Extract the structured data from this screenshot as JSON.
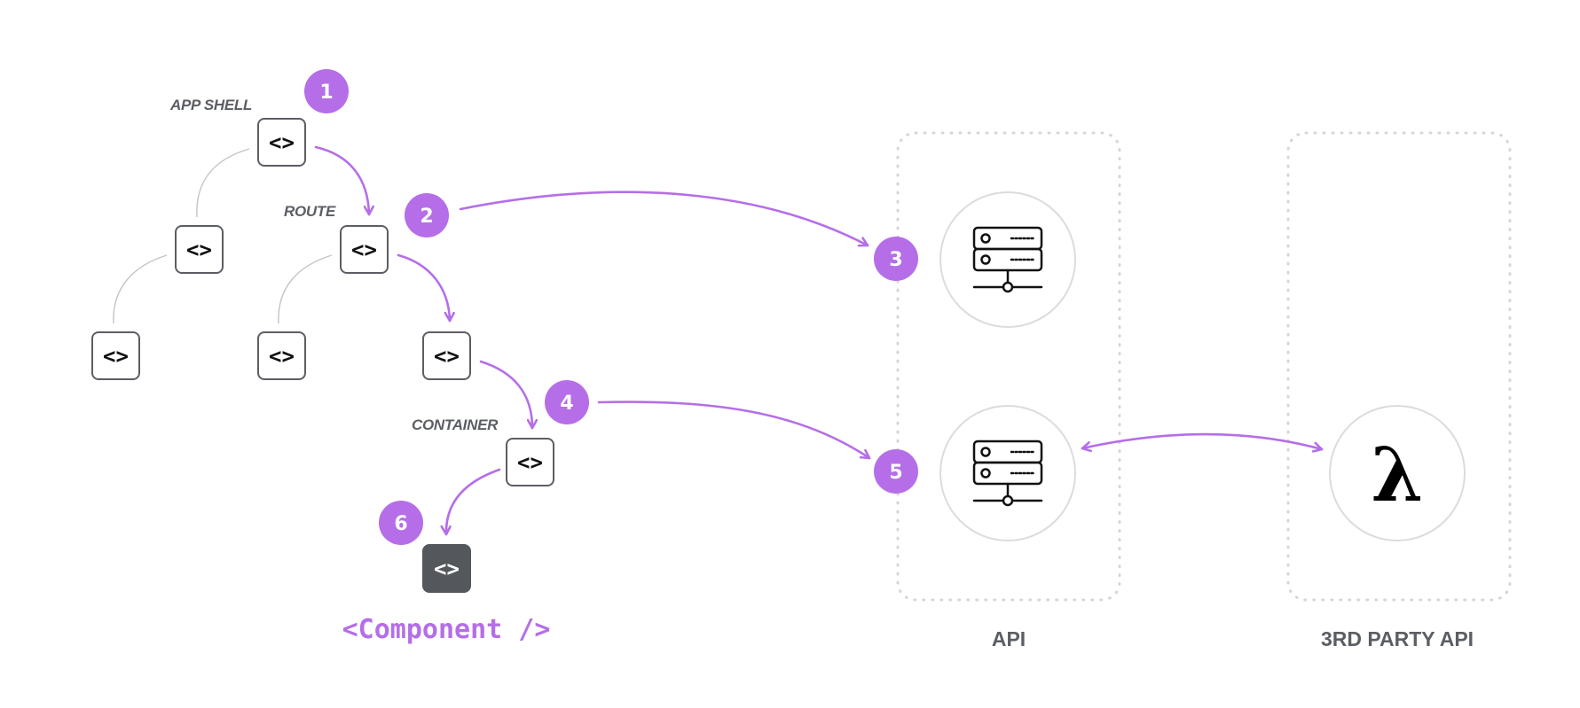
{
  "colors": {
    "accent": "#b56ee8",
    "node_border": "#5b5e64",
    "node_dark": "#54575b",
    "label": "#5b5e64",
    "tree_link": "#c4c4c4",
    "panel_border": "#d6d6d6",
    "circle_border": "#dcdcdc"
  },
  "tree": {
    "labels": {
      "app_shell": "APP SHELL",
      "route": "ROUTE",
      "container": "CONTAINER"
    },
    "node_glyph": "<>",
    "component_label": "<Component />"
  },
  "steps": [
    "1",
    "2",
    "3",
    "4",
    "5",
    "6"
  ],
  "columns": {
    "api_label": "API",
    "third_party_label": "3RD PARTY API"
  },
  "icons": {
    "api_server_1": "server-icon",
    "api_server_2": "server-icon",
    "third_party": "lambda-icon",
    "lambda_glyph": "λ"
  }
}
